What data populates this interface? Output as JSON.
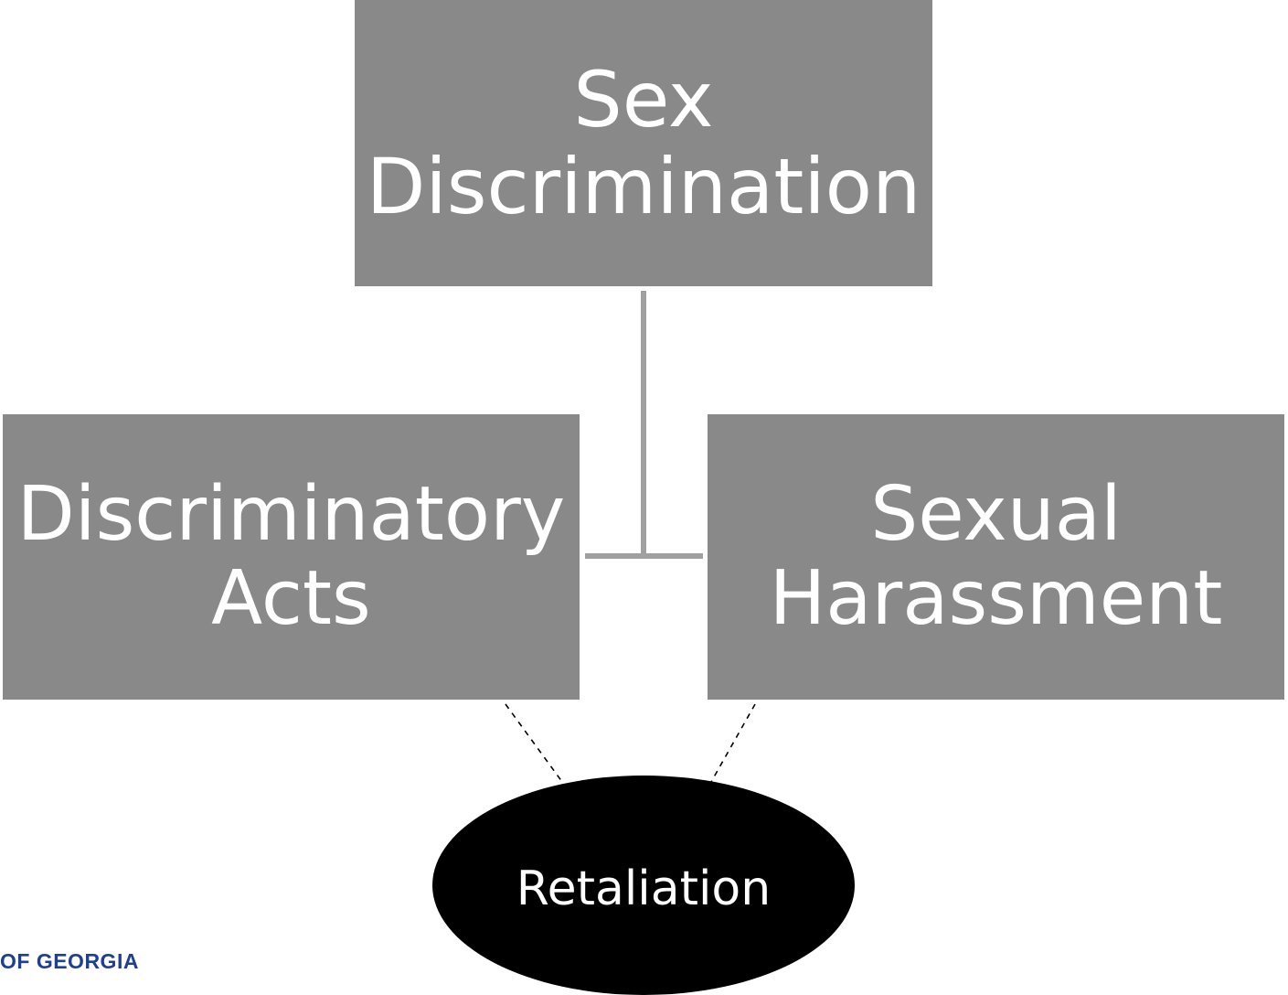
{
  "diagram": {
    "nodes": {
      "top": {
        "label": "Sex\nDiscrimination"
      },
      "left": {
        "label": "Discriminatory\nActs"
      },
      "right": {
        "label": "Sexual\nHarassment"
      },
      "oval": {
        "label": "Retaliation"
      }
    },
    "edges": [
      {
        "from": "top",
        "to": "left",
        "style": "solid"
      },
      {
        "from": "top",
        "to": "right",
        "style": "solid"
      },
      {
        "from": "left",
        "to": "oval",
        "style": "dashed"
      },
      {
        "from": "right",
        "to": "oval",
        "style": "dashed"
      }
    ],
    "colors": {
      "box_fill": "#898989",
      "box_text": "#ffffff",
      "connector": "#a0a0a0",
      "oval_fill": "#000000",
      "footer_text": "#1f3f94"
    }
  },
  "footer": {
    "logo_text": "OF GEORGIA"
  }
}
